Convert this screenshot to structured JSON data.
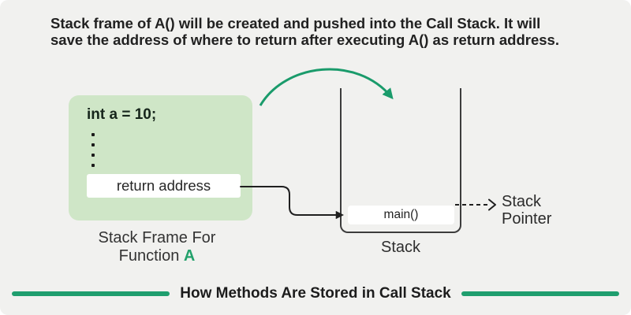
{
  "colors": {
    "background": "#f1f1ef",
    "accent_green": "#1a9b6b",
    "frame_green": "#cfe6c7",
    "footer_bar_green": "#1f9e6e",
    "function_name_green": "#23a16b",
    "text_dark": "#212121",
    "line_dark": "#1f1f1f"
  },
  "heading": {
    "line1": "Stack frame of A() will be created and pushed into the Call Stack. It will",
    "line2": "save the address of where to return after executing A() as return address."
  },
  "stack_frame": {
    "code_line": "int a = 10;",
    "ellipsis_dots": 4,
    "return_address_label": "return address",
    "caption_line1": "Stack Frame For",
    "caption_line2_prefix": "Function",
    "caption_function_name": "A"
  },
  "call_stack": {
    "main_label": "main()",
    "caption": "Stack",
    "pointer_label": "Stack Pointer"
  },
  "icons": {
    "push_curve_arrow": "curved-green-arrow",
    "return_address_connector": "elbow-arrow",
    "stack_pointer_arrow": "dashed-arrow"
  },
  "footer": {
    "title": "How Methods Are Stored in Call Stack"
  }
}
